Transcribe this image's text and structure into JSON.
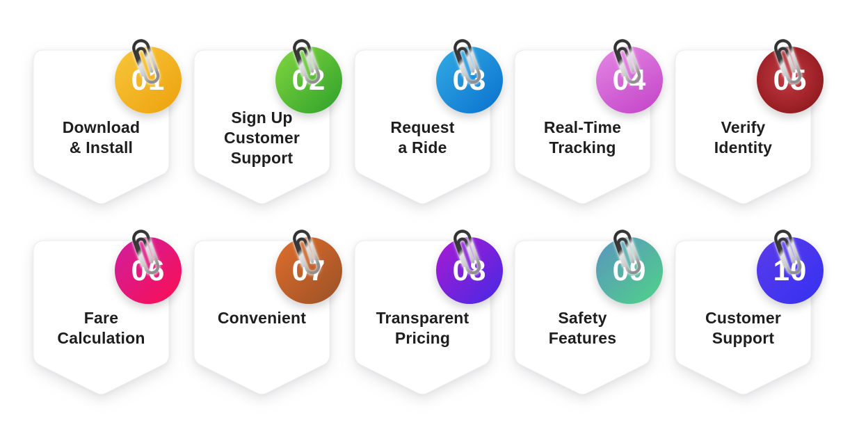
{
  "page": {
    "background": "#ffffff",
    "card_fill": "#ffffff",
    "card_border": "#ededed",
    "label_color": "#1e1e1e",
    "number_color": "#ffffff"
  },
  "cards": [
    {
      "number": "01",
      "lines": [
        "Download",
        "& Install"
      ],
      "badge_gradient": "linear-gradient(135deg,#F7C73C,#EDA10C)"
    },
    {
      "number": "02",
      "lines": [
        "Sign Up",
        "Customer",
        "Support"
      ],
      "badge_gradient": "linear-gradient(135deg,#83D740,#2DA02A)"
    },
    {
      "number": "03",
      "lines": [
        "Request",
        "a Ride"
      ],
      "badge_gradient": "linear-gradient(135deg,#33ACE3,#0A70CF)"
    },
    {
      "number": "04",
      "lines": [
        "Real-Time",
        "Tracking"
      ],
      "badge_gradient": "linear-gradient(150deg,#E589E4,#C242C8)"
    },
    {
      "number": "05",
      "lines": [
        "Verify",
        "Identity"
      ],
      "badge_gradient": "radial-gradient(circle at 45% 45%,#C23B42 0%,#A02329 55%,#7E1215 100%)"
    },
    {
      "number": "06",
      "lines": [
        "Fare",
        "Calculation"
      ],
      "badge_gradient": "linear-gradient(135deg,#CE1F9F,#FB0E51)"
    },
    {
      "number": "07",
      "lines": [
        "Convenient"
      ],
      "badge_gradient": "linear-gradient(135deg,#E06E2C,#9A5127)"
    },
    {
      "number": "08",
      "lines": [
        "Transparent",
        "Pricing"
      ],
      "badge_gradient": "linear-gradient(135deg,#AA1BD2,#4629E4)"
    },
    {
      "number": "09",
      "lines": [
        "Safety",
        "Features"
      ],
      "badge_gradient": "linear-gradient(135deg,#5A94C0,#4FD387)"
    },
    {
      "number": "10",
      "lines": [
        "Customer",
        "Support"
      ],
      "badge_gradient": "linear-gradient(135deg,#5C3BE9,#3431F1)"
    }
  ]
}
